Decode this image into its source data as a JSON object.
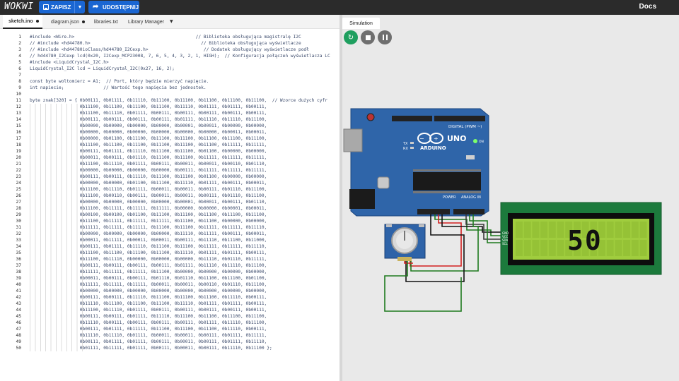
{
  "app": {
    "logo": "WOKWI"
  },
  "toolbar": {
    "save_label": "ZAPISZ",
    "share_label": "UDOSTĘPNIJ",
    "docs_label": "Docs"
  },
  "tabs": [
    {
      "label": "sketch.ino",
      "modified": true,
      "active": true
    },
    {
      "label": "diagram.json",
      "modified": true,
      "active": false
    },
    {
      "label": "libraries.txt",
      "modified": false,
      "active": false
    },
    {
      "label": "Library Manager",
      "modified": false,
      "active": false
    }
  ],
  "code_lines": [
    "#include <Wire.h>                                              // Biblioteka obsługująca magistralę I2C",
    "// #include <hd44780.h>                                          // Biblioteka obsługująca wyświetlacze",
    "// #include <hd44780ioClass/hd44780_I2Cexp.h>                     // Dodatek obsługujący wyświetlacze podł",
    "// hd44780_I2Cexp lcd(0x20, I2Cexp_MCP23008, 7, 6, 5, 4, 3, 2, 1, HIGH);  // Konfiguracja połączeń wyświetlacza LC",
    "#include <LiquidCrystal_I2C.h>",
    "LiquidCrystal_I2C lcd = LiquidCrystal_I2C(0x27, 16, 2);",
    "",
    "const byte woltomierz = A1;  // Port, który będzie mierzyć napięcie.",
    "int napiecie;               // Wartość tego napięcia bez jednostek.",
    "",
    "byte znak[320] = { 0b00111, 0b01111, 0b11110, 0b11100, 0b11100, 0b11100, 0b11100, 0b11100,  // Wzorce dużych cyfr",
    "                   0b11100, 0b11100, 0b11100, 0b11100, 0b11110, 0b01111, 0b01111, 0b00111,",
    "                   0b11100, 0b11110, 0b01111, 0b00111, 0b00111, 0b00111, 0b00111, 0b00111,",
    "                   0b00111, 0b00111, 0b00111, 0b00111, 0b01111, 0b11110, 0b11110, 0b11100,",
    "                   0b00000, 0b00000, 0b00000, 0b00000, 0b00001, 0b00011, 0b00000, 0b00000,",
    "                   0b00000, 0b00000, 0b00000, 0b00000, 0b00000, 0b00000, 0b00011, 0b00011,",
    "                   0b00000, 0b01100, 0b11100, 0b11100, 0b11100, 0b11100, 0b11100, 0b11100,",
    "                   0b11100, 0b11100, 0b11100, 0b11100, 0b11100, 0b11100, 0b11111, 0b11111,",
    "                   0b00111, 0b01111, 0b11110, 0b11100, 0b11100, 0b01100, 0b00000, 0b00000,",
    "                   0b00011, 0b00111, 0b01110, 0b11100, 0b11100, 0b11111, 0b11111, 0b11111,",
    "                   0b11100, 0b11110, 0b01111, 0b00111, 0b00011, 0b00011, 0b00110, 0b01110,",
    "                   0b00000, 0b00000, 0b00000, 0b00000, 0b00111, 0b11111, 0b11111, 0b11111,",
    "                   0b00111, 0b00111, 0b11110, 0b11100, 0b11100, 0b01100, 0b00000, 0b00000,",
    "                   0b00000, 0b00000, 0b01100, 0b11100, 0b11110, 0b01111, 0b00111, 0b00011,",
    "                   0b11100, 0b11110, 0b01111, 0b00011, 0b00011, 0b00111, 0b01110, 0b11100,",
    "                   0b11100, 0b00110, 0b00111, 0b00011, 0b00011, 0b00111, 0b01110, 0b11100,",
    "                   0b00000, 0b00000, 0b00000, 0b00000, 0b00001, 0b00011, 0b00111, 0b01110,",
    "                   0b11100, 0b11111, 0b11111, 0b11111, 0b00000, 0b00000, 0b00001, 0b00011,",
    "                   0b00100, 0b00100, 0b01100, 0b11100, 0b11100, 0b11100, 0b11100, 0b11100,",
    "                   0b11100, 0b11111, 0b11111, 0b11111, 0b11100, 0b11100, 0b00000, 0b00000,",
    "                   0b11111, 0b11111, 0b11111, 0b11100, 0b11100, 0b11111, 0b11111, 0b11110,",
    "                   0b00000, 0b00000, 0b00000, 0b00000, 0b11110, 0b11111, 0b00111, 0b00011,",
    "                   0b00011, 0b11111, 0b00011, 0b00011, 0b00111, 0b11110, 0b11100, 0b11000,",
    "                   0b00111, 0b01111, 0b11110, 0b11100, 0b11100, 0b11111, 0b11111, 0b11110,",
    "                   0b11100, 0b11100, 0b11100, 0b11100, 0b11110, 0b01111, 0b01111, 0b00111,",
    "                   0b11100, 0b11110, 0b00000, 0b00000, 0b00000, 0b11110, 0b01110, 0b11111,",
    "                   0b00111, 0b00111, 0b00111, 0b00111, 0b01111, 0b11110, 0b11110, 0b11100,",
    "                   0b11111, 0b11111, 0b11111, 0b11100, 0b00000, 0b00000, 0b00000, 0b00000,",
    "                   0b00011, 0b00111, 0b00111, 0b01110, 0b01110, 0b11100, 0b11100, 0b01100,",
    "                   0b11111, 0b11111, 0b11111, 0b00011, 0b00011, 0b00110, 0b01110, 0b11100,",
    "                   0b00000, 0b00000, 0b00000, 0b00000, 0b00000, 0b00000, 0b00000, 0b00000,",
    "                   0b00111, 0b00111, 0b11110, 0b11100, 0b11100, 0b11100, 0b11110, 0b00111,",
    "                   0b11110, 0b11100, 0b11100, 0b11100, 0b11110, 0b01111, 0b01111, 0b00111,",
    "                   0b11100, 0b11110, 0b01111, 0b00111, 0b00111, 0b00111, 0b00111, 0b00111,",
    "                   0b00111, 0b00111, 0b01111, 0b11110, 0b11100, 0b11100, 0b11100, 0b11100,",
    "                   0b11110, 0b00111, 0b00111, 0b00111, 0b00111, 0b01111, 0b11110, 0b11100,",
    "                   0b00111, 0b01111, 0b11111, 0b11100, 0b11100, 0b11100, 0b11110, 0b00111,",
    "                   0b11110, 0b11110, 0b01111, 0b00011, 0b00011, 0b00111, 0b01111, 0b11111,",
    "                   0b00111, 0b01111, 0b01111, 0b00111, 0b00011, 0b00111, 0b01111, 0b11110,",
    "                   0b01111, 0b11111, 0b01111, 0b00111, 0b00011, 0b00111, 0b11110, 0b11100 };"
  ],
  "simulation": {
    "tab_label": "Simulation",
    "board_brand": "ARDUINO",
    "board_model": "UNO",
    "digital_label": "DIGITAL (PWM ~)",
    "power_label": "POWER",
    "analog_label": "ANALOG IN",
    "lcd_display": "50",
    "lcd_pins": [
      "GND",
      "VCC",
      "SDA",
      "SCL"
    ]
  }
}
